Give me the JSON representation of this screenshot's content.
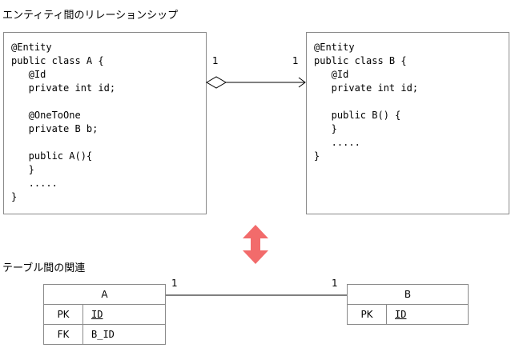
{
  "entity_heading": "エンティティ間のリレーションシップ",
  "table_heading": "テーブル間の関連",
  "class_a": {
    "lines": [
      "@Entity",
      "public class A {",
      "   @Id",
      "   private int id;",
      "",
      "   @OneToOne",
      "   private B b;",
      "",
      "   public A(){",
      "   }",
      "   .....",
      "}"
    ]
  },
  "class_b": {
    "lines": [
      "@Entity",
      "public class B {",
      "   @Id",
      "   private int id;",
      "",
      "   public B() {",
      "   }",
      "   .....",
      "}"
    ]
  },
  "association": {
    "multiplicity_a": "1",
    "multiplicity_b": "1"
  },
  "table_a": {
    "name": "A",
    "rows": [
      {
        "key": "PK",
        "column": "ID"
      },
      {
        "key": "FK",
        "column": "B_ID"
      }
    ]
  },
  "table_b": {
    "name": "B",
    "rows": [
      {
        "key": "PK",
        "column": "ID"
      }
    ]
  },
  "relation": {
    "multiplicity_a": "1",
    "multiplicity_b": "1"
  },
  "colors": {
    "arrow": "#f26b6b",
    "border": "#8a8a8a"
  }
}
